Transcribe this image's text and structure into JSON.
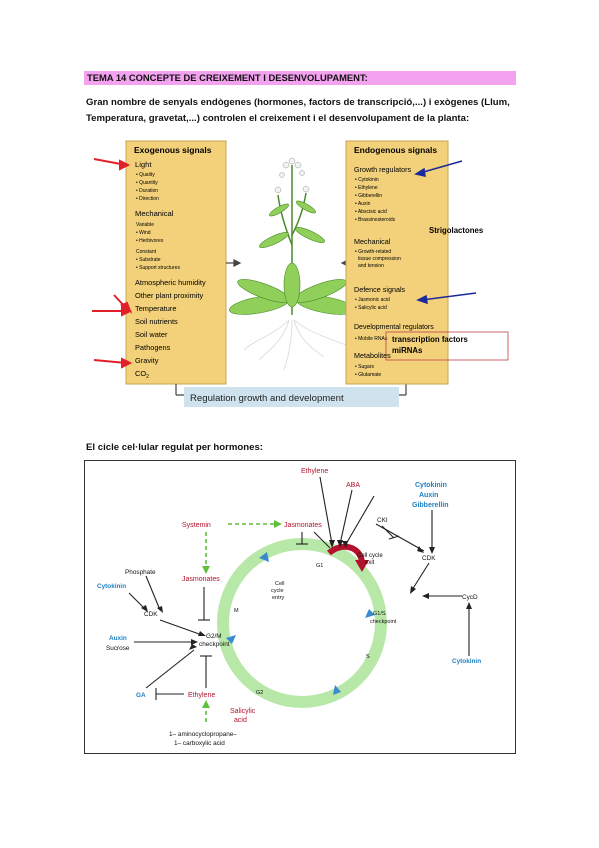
{
  "heading": "TEMA 14 CONCEPTE DE CREIXEMENT I DESENVOLUPAMENT:",
  "intro": "Gran nombre de senyals endògenes (hormones, factors de transcripció,...) i exògenes (Llum, Temperatura, gravetat,...) controlen el creixement i el desenvolupament de la planta:",
  "figure1": {
    "exo_title": "Exogenous signals",
    "light": "Light",
    "light_items": [
      "• Quality",
      "• Quantity",
      "• Duration",
      "• Direction"
    ],
    "mechanical": "Mechanical",
    "variable": "Variable",
    "variable_items": [
      "• Wind",
      "• Herbivores"
    ],
    "constant": "Constant",
    "constant_items": [
      "• Substrate",
      "• Support structures"
    ],
    "atm": "Atmospheric humidity",
    "proximity": "Other plant proximity",
    "temperature": "Temperature",
    "nutrients": "Soil nutrients",
    "water": "Soil water",
    "pathogens": "Pathogens",
    "gravity": "Gravity",
    "co2": "CO",
    "co2_sub": "2",
    "endo_title": "Endogenous signals",
    "growth": "Growth regulators",
    "growth_items": [
      "• Cytokinin",
      "• Ethylene",
      "• Gibberellin",
      "• Auxin",
      "• Abscisic acid",
      "• Brassinosteroids"
    ],
    "strigolactones": "Strigolactones",
    "endo_mech": "Mechanical",
    "endo_mech_items": [
      "• Growth-related",
      "tissue compression",
      "and tension"
    ],
    "defence": "Defence signals",
    "defence_items": [
      "• Jasmonic acid",
      "• Salicylic acid"
    ],
    "dev": "Developmental regulators",
    "dev_items": [
      "• Mobile RNAs"
    ],
    "tf": "transcription factors",
    "mirnas": "miRNAs",
    "metabolites": "Metabolites",
    "metab_items": [
      "• Sugars",
      "• Glutamate"
    ],
    "regulation": "Regulation growth and development"
  },
  "subhead": "El cicle cel·lular regulat per hormones:",
  "figure2": {
    "ethylene_top": "Ethylene",
    "aba": "ABA",
    "cyto_top": "Cytokinin",
    "auxin_top": "Auxin",
    "gibberellin": "Gibberellin",
    "systemin": "Systemin",
    "jasmonates_top": "Jasmonates",
    "cki": "CKI",
    "cell_cycle_exit_1": "Cell cycle",
    "cell_cycle_exit_2": "exit",
    "g1": "G1",
    "cdk_right": "CDK",
    "phosphate": "Phosphate",
    "jasmonates_left": "Jasmonates",
    "cell_cycle_entry": [
      "Cell",
      "cycle",
      "entry"
    ],
    "cytokinin_left": "Cytokinin",
    "cdk_left": "CDK",
    "m": "M",
    "g1s_1": "G1/S",
    "g1s_2": "checkpoint",
    "cycd": "CycD",
    "g2m_1": "G2/M",
    "g2m_2": "checkpoint",
    "auxin_left": "Auxin",
    "sucrose": "Sucrose",
    "s": "S",
    "cytokinin_right": "Cytokinin",
    "ga": "GA",
    "ethylene_bottom": "Ethylene",
    "g2": "G2",
    "salicylic_1": "Salicylic",
    "salicylic_2": "acid",
    "acc_1": "1– aminocyclopropane–",
    "acc_2": "1– carboxylic acid"
  },
  "colors": {
    "highlight": "#f3a2ef",
    "panel": "#f2d17a",
    "red": "#b3122d",
    "blue": "#1f7fc2",
    "green": "#8fd46c",
    "arrow_red": "#e2202a",
    "arrow_blue": "#1a2a9a"
  }
}
